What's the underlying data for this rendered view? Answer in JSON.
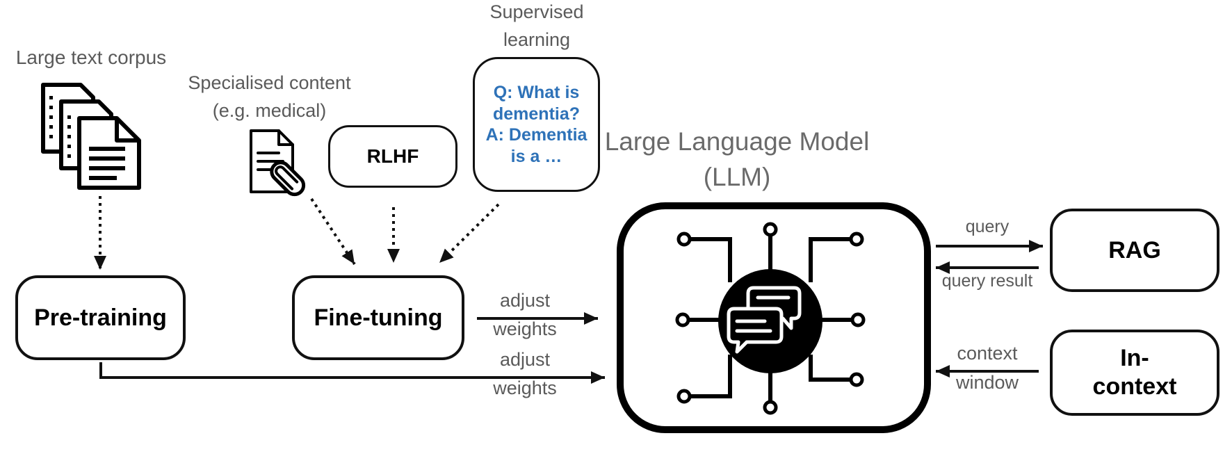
{
  "sources": {
    "corpus": "Large text corpus",
    "specialised_line1": "Specialised content",
    "specialised_line2": "(e.g. medical)",
    "supervised_line1": "Supervised",
    "supervised_line2": "learning"
  },
  "supervised_card": {
    "q1": "Q: What is",
    "q2": "dementia?",
    "a1": "A: Dementia",
    "a2": "is a …"
  },
  "boxes": {
    "rlhf": "RLHF",
    "pretraining": "Pre-training",
    "finetuning": "Fine-tuning",
    "rag": "RAG",
    "incontext_line1": "In-",
    "incontext_line2": "context"
  },
  "llm": {
    "title_line1": "Large Language Model",
    "title_line2": "(LLM)"
  },
  "edges": {
    "ft_adjust": "adjust",
    "ft_weights": "weights",
    "pt_adjust": "adjust",
    "pt_weights": "weights",
    "query": "query",
    "query_result": "query result",
    "context": "context",
    "window": "window"
  },
  "icons": [
    "document-stack-icon",
    "document-paperclip-icon",
    "chip-chat-icon"
  ],
  "colors": {
    "ink": "#111111",
    "label": "#5a5a5a",
    "qa_text": "#2e72b8"
  }
}
